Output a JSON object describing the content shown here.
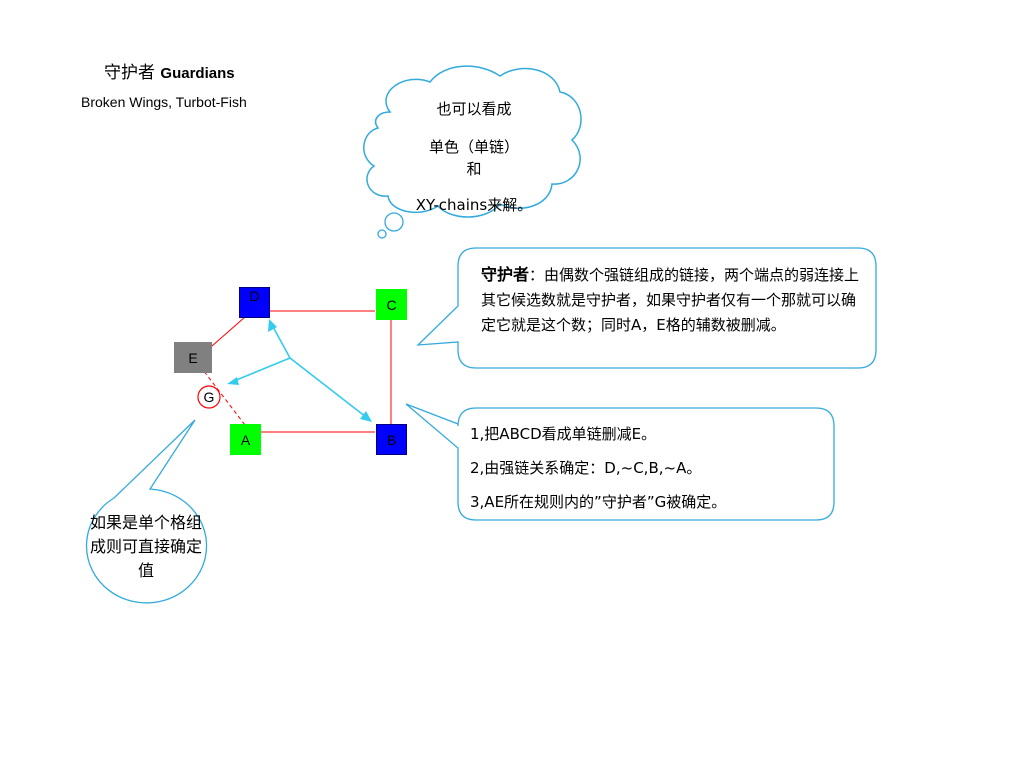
{
  "title": {
    "cn": "守护者",
    "en": "Guardians"
  },
  "subtitle": "Broken Wings, Turbot-Fish",
  "cloud": {
    "line1": "也可以看成",
    "line2": "单色（单链）",
    "line3": "和",
    "line4": "XY-chains来解。"
  },
  "definition": {
    "term": "守护者",
    "body": "：由偶数个强链组成的链接，两个端点的弱连接上其它候选数就是守护者，如果守护者仅有一个那就可以确定它就是这个数；同时A，E格的辅数被删减。"
  },
  "steps": [
    "1,把ABCD看成单链删减E。",
    "2,由强链关系确定：D,~C,B,~A。",
    "3,AE所在规则内的”守护者”G被确定。"
  ],
  "note": "如果是单个格组成则可直接确定值",
  "nodes": {
    "D": {
      "label": "D",
      "color": "#0000ff"
    },
    "C": {
      "label": "C",
      "color": "#00ff00"
    },
    "E": {
      "label": "E",
      "color": "#808080"
    },
    "G": {
      "label": "G"
    },
    "A": {
      "label": "A",
      "color": "#00ff00"
    },
    "B": {
      "label": "B",
      "color": "#0000ff"
    }
  },
  "colors": {
    "link": "#ff0000",
    "arrow": "#33ccee",
    "outline": "#33aadd"
  }
}
